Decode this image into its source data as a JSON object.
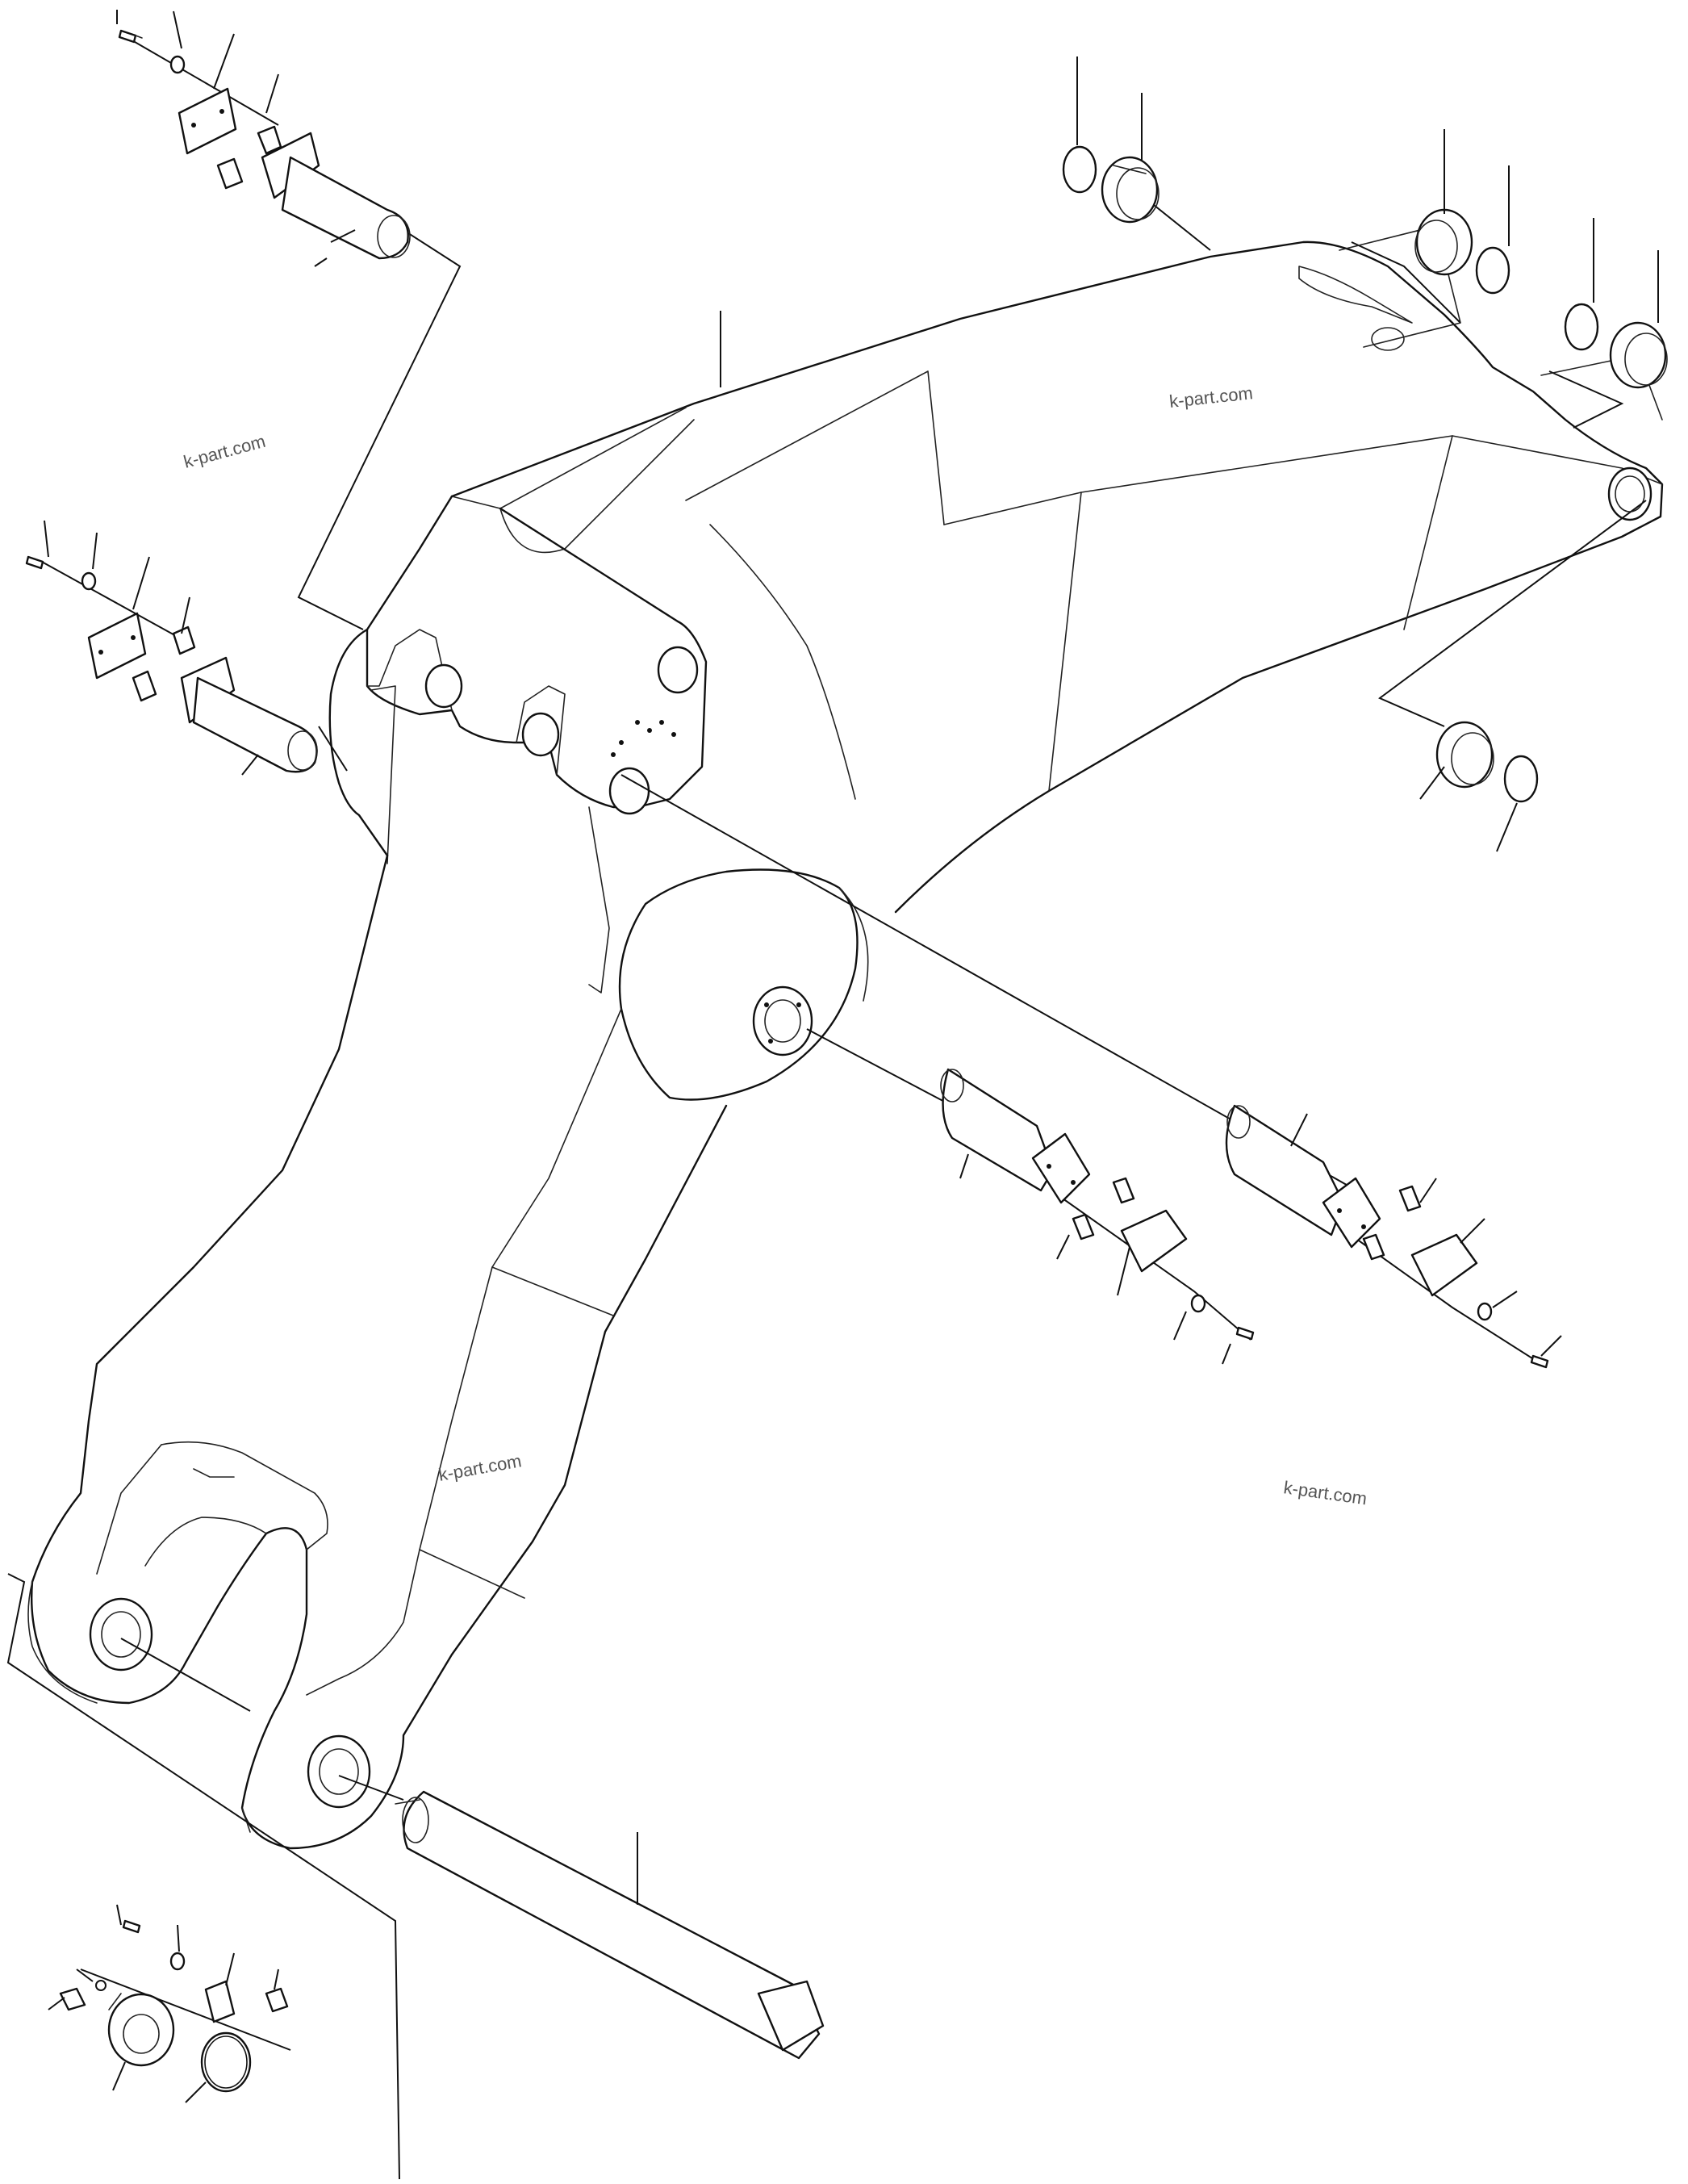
{
  "watermarks": [
    {
      "text": "k-part.com"
    },
    {
      "text": "k-part.com"
    },
    {
      "text": "k-part.com"
    },
    {
      "text": "k-part.com"
    }
  ],
  "drawing": {
    "subject": "excavator boom assembly exploded view",
    "line_color": "#111111",
    "background": "#ffffff"
  }
}
